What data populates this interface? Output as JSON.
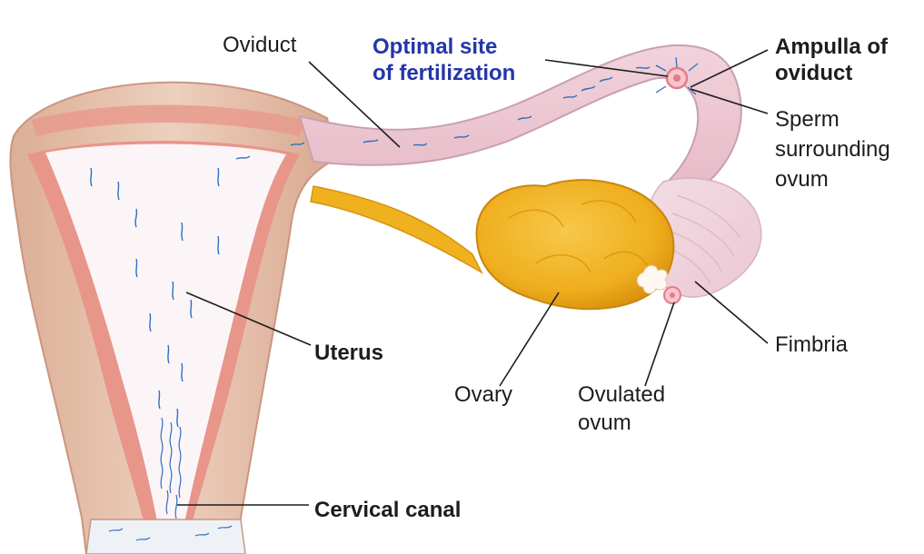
{
  "labels": {
    "oviduct": "Oviduct",
    "optimal_site_line1": "Optimal site",
    "optimal_site_line2": "of fertilization",
    "ampulla_line1": "Ampulla of",
    "ampulla_line2": "oviduct",
    "sperm_line1": "Sperm",
    "sperm_line2": "surrounding",
    "sperm_line3": "ovum",
    "uterus": "Uterus",
    "ovary": "Ovary",
    "ovulated_line1": "Ovulated",
    "ovulated_line2": "ovum",
    "fimbria": "Fimbria",
    "cervical_canal": "Cervical canal"
  },
  "colors": {
    "tissue_outer": "#e9c9b4",
    "tissue_inner_wall": "#e8958a",
    "tissue_shade": "#d7a892",
    "cavity": "#fbf5f7",
    "oviduct_fill": "#ecc4d0",
    "ovary": "#f0b11f",
    "ovary_shade": "#d8930d",
    "sperm": "#2c6fc0",
    "ovum": "#e47b8a",
    "leader_line": "#1d1d1d",
    "highlight_text": "#2436a8"
  }
}
